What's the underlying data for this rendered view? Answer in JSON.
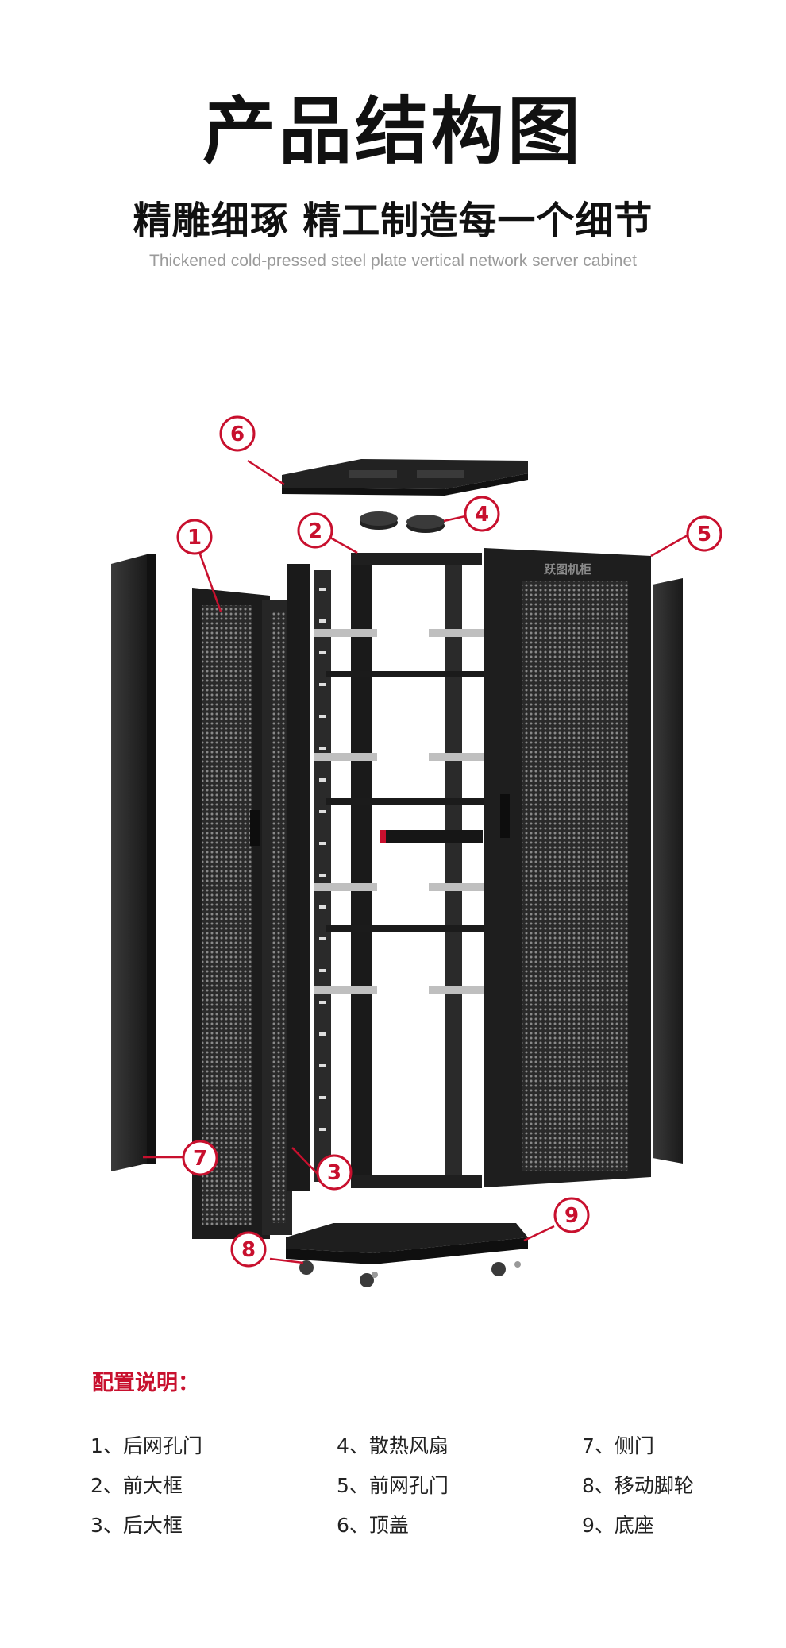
{
  "header": {
    "title": "产品结构图",
    "subtitle": "精雕细琢 精工制造每一个细节",
    "english": "Thickened cold-pressed steel plate vertical network server cabinet"
  },
  "diagram": {
    "door_logo": "跃图机柜",
    "callouts": [
      "1",
      "2",
      "3",
      "4",
      "5",
      "6",
      "7",
      "8",
      "9"
    ]
  },
  "config": {
    "heading": "配置说明：",
    "items": [
      "1、后网孔门",
      "2、前大框",
      "3、后大框",
      "4、散热风扇",
      "5、前网孔门",
      "6、顶盖",
      "7、侧门",
      "8、移动脚轮",
      "9、底座"
    ]
  },
  "colors": {
    "accent": "#c8102e",
    "panel": "#1e1e1e",
    "text": "#111111"
  }
}
